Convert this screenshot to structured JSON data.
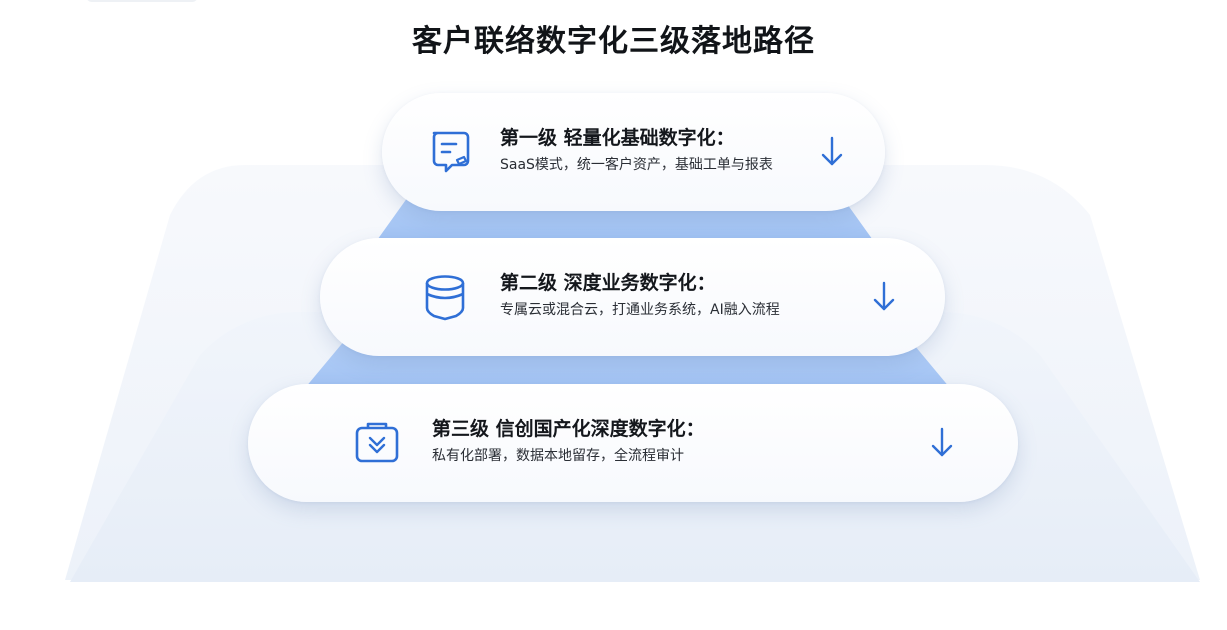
{
  "title": "客户联络数字化三级落地路径",
  "colors": {
    "accent": "#2f6fd6",
    "pyramid_fill": "#a9c8f6",
    "backdrop": "#eef3fa"
  },
  "levels": [
    {
      "heading": "第一级 轻量化基础数字化：",
      "description": "SaaS模式，统一客户资产，基础工单与报表",
      "icon": "message-document-icon"
    },
    {
      "heading": "第二级 深度业务数字化：",
      "description": "专属云或混合云，打通业务系统，AI融入流程",
      "icon": "database-icon"
    },
    {
      "heading": "第三级 信创国产化深度数字化：",
      "description": "私有化部署，数据本地留存，全流程审计",
      "icon": "secure-box-download-icon"
    }
  ]
}
